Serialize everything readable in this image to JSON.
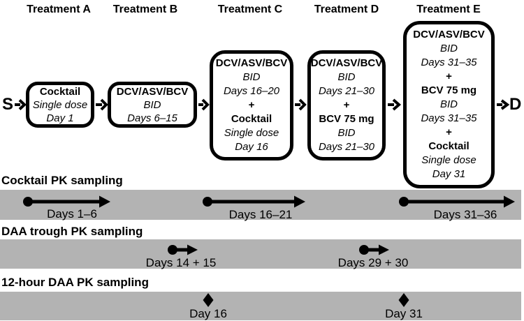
{
  "headers": [
    "Treatment A",
    "Treatment B",
    "Treatment C",
    "Treatment D",
    "Treatment E"
  ],
  "flow": {
    "start_label": "S",
    "end_label": "D",
    "boxes": [
      {
        "treatment": "A",
        "lines": [
          "Cocktail",
          "Single dose",
          "Day 1"
        ]
      },
      {
        "treatment": "B",
        "lines": [
          "DCV/ASV/BCV",
          "BID",
          "Days 6–15"
        ]
      },
      {
        "treatment": "C",
        "lines": [
          "DCV/ASV/BCV",
          "BID",
          "Days 16–20",
          "+",
          "Cocktail",
          "Single dose",
          "Day 16"
        ]
      },
      {
        "treatment": "D",
        "lines": [
          "DCV/ASV/BCV",
          "BID",
          "Days 21–30",
          "+",
          "BCV 75 mg",
          "BID",
          "Days 21–30"
        ]
      },
      {
        "treatment": "E",
        "lines": [
          "DCV/ASV/BCV",
          "BID",
          "Days 31–35",
          "+",
          "BCV 75 mg",
          "BID",
          "Days 31–35",
          "+",
          "Cocktail",
          "Single dose",
          "Day 31"
        ]
      }
    ]
  },
  "timelines": [
    {
      "title": "Cocktail PK sampling",
      "labels": [
        "Days 1–6",
        "Days 16–21",
        "Days 31–36"
      ]
    },
    {
      "title": "DAA trough PK sampling",
      "labels": [
        "Days 14 + 15",
        "Days 29 + 30"
      ]
    },
    {
      "title": "12-hour DAA PK sampling",
      "labels": [
        "Day 16",
        "Day 31"
      ]
    }
  ],
  "colors": {
    "bar_gray": "#b3b3b3",
    "ink": "#000000"
  }
}
